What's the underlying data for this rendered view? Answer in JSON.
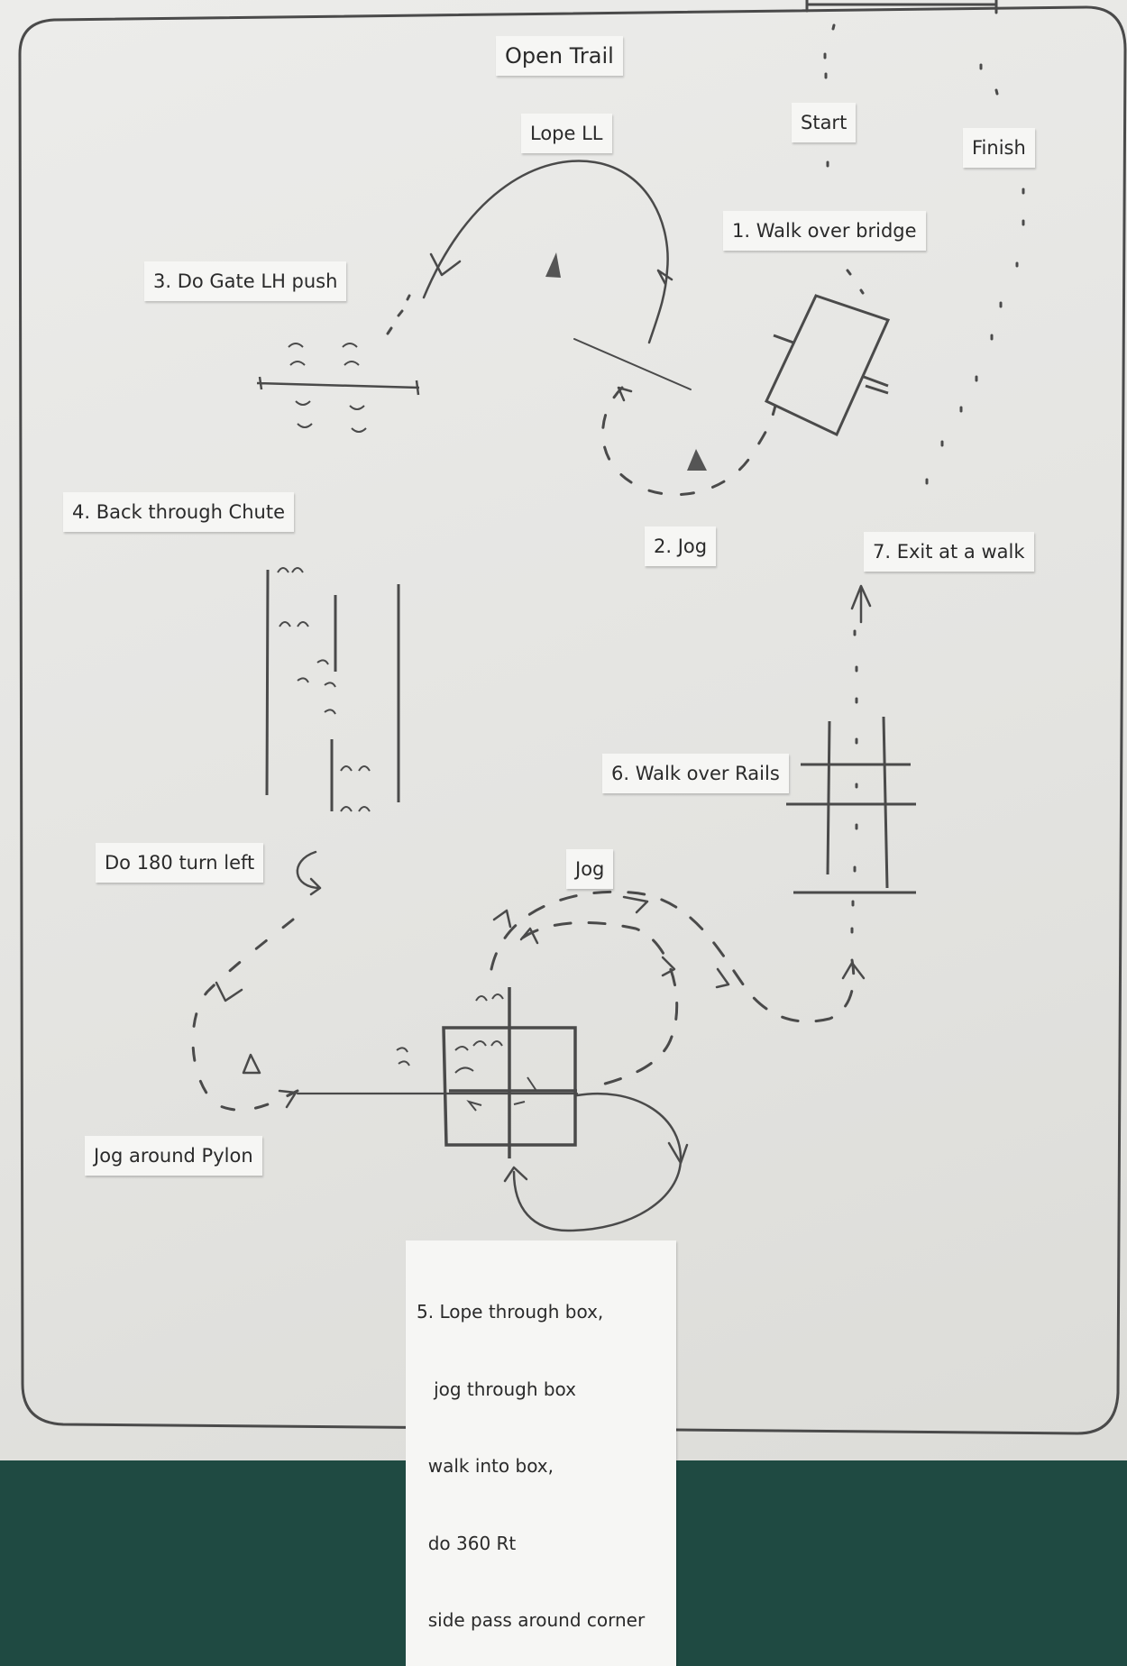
{
  "labels": {
    "title": "Open Trail",
    "lope_ll": "Lope LL",
    "start": "Start",
    "finish": "Finish",
    "step1": "1. Walk over bridge",
    "step2": "2.  Jog",
    "step3": "3. Do Gate LH push",
    "step4": "4. Back through Chute",
    "step6": "6.  Walk over Rails",
    "step7": "7. Exit at a walk",
    "turn180": "Do 180 turn left",
    "jog": "Jog",
    "jog_around": "Jog around Pylon",
    "step5_lines": [
      "5. Lope through box,",
      "   jog through box",
      "  walk into box,",
      "  do 360 Rt",
      "  side pass around corner"
    ]
  },
  "colors": {
    "paper": "#e6e6e3",
    "pencil": "#4a4a4a",
    "label_bg": "#f6f6f4",
    "background": "#1f4a42"
  }
}
